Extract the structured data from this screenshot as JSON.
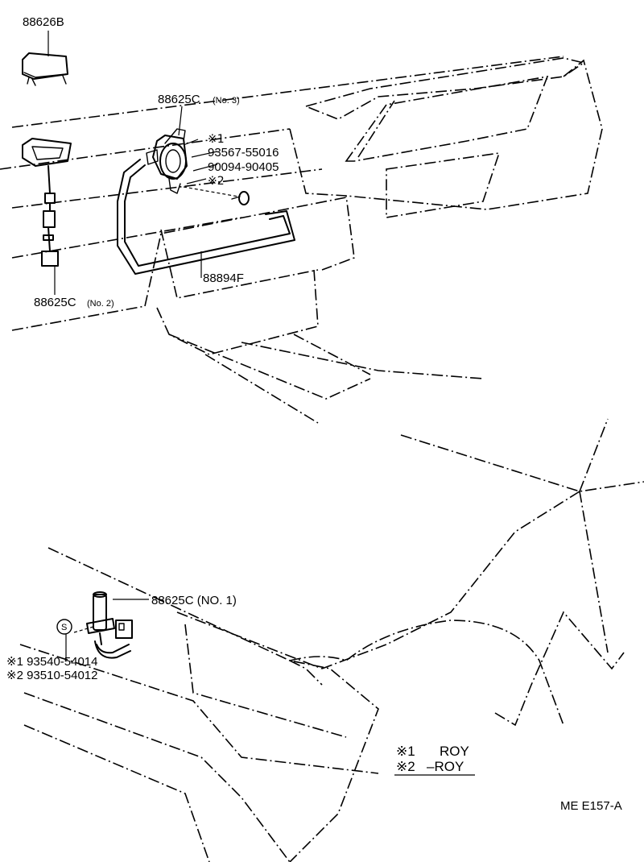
{
  "parts": {
    "p88626B": "88626B",
    "p88625C_no3": "88625C",
    "p88625C_no3_qual": "(No. 3)",
    "note1_mark": "※1",
    "p93567": "93567-55016",
    "p90094": "90094-90405",
    "note2_mark": "※2",
    "p88625C_no2": "88625C",
    "p88625C_no2_qual": "(No. 2)",
    "p88894F": "88894F",
    "p88625C_no1": "88625C (NO. 1)",
    "s_mark": "S",
    "p93540": "※1 93540-54014",
    "p93510": "※2 93510-54012"
  },
  "legend": {
    "row1_mark": "※1",
    "row1_text": "ROY",
    "row2_mark": "※2",
    "row2_text": "–ROY"
  },
  "figure_code": "ME  E157-A"
}
